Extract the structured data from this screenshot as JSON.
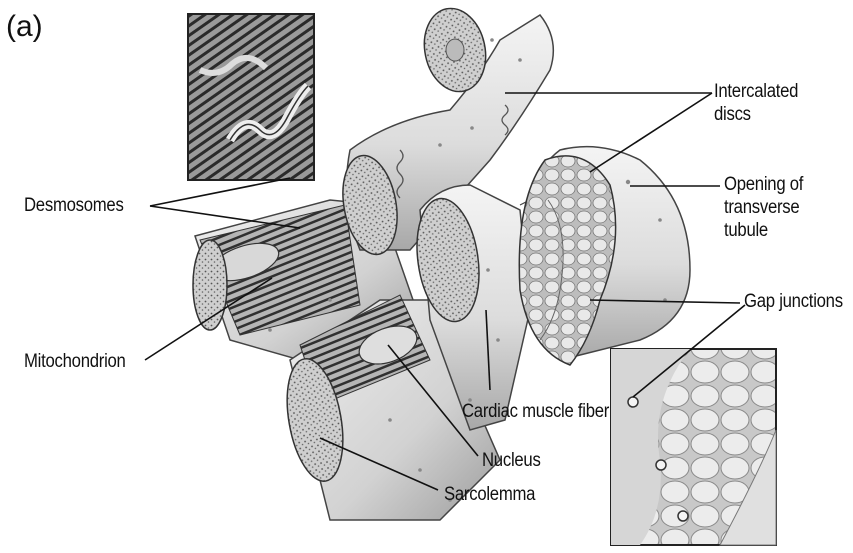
{
  "panel_label": "(a)",
  "labels": {
    "intercalated_discs": [
      "Intercalated",
      "discs"
    ],
    "desmosomes": "Desmosomes",
    "opening_transverse_tubule": [
      "Opening of",
      "transverse",
      "tubule"
    ],
    "gap_junctions": "Gap junctions",
    "mitochondrion": "Mitochondrion",
    "cardiac_muscle_fiber": "Cardiac muscle fiber",
    "nucleus": "Nucleus",
    "sarcolemma": "Sarcolemma"
  }
}
